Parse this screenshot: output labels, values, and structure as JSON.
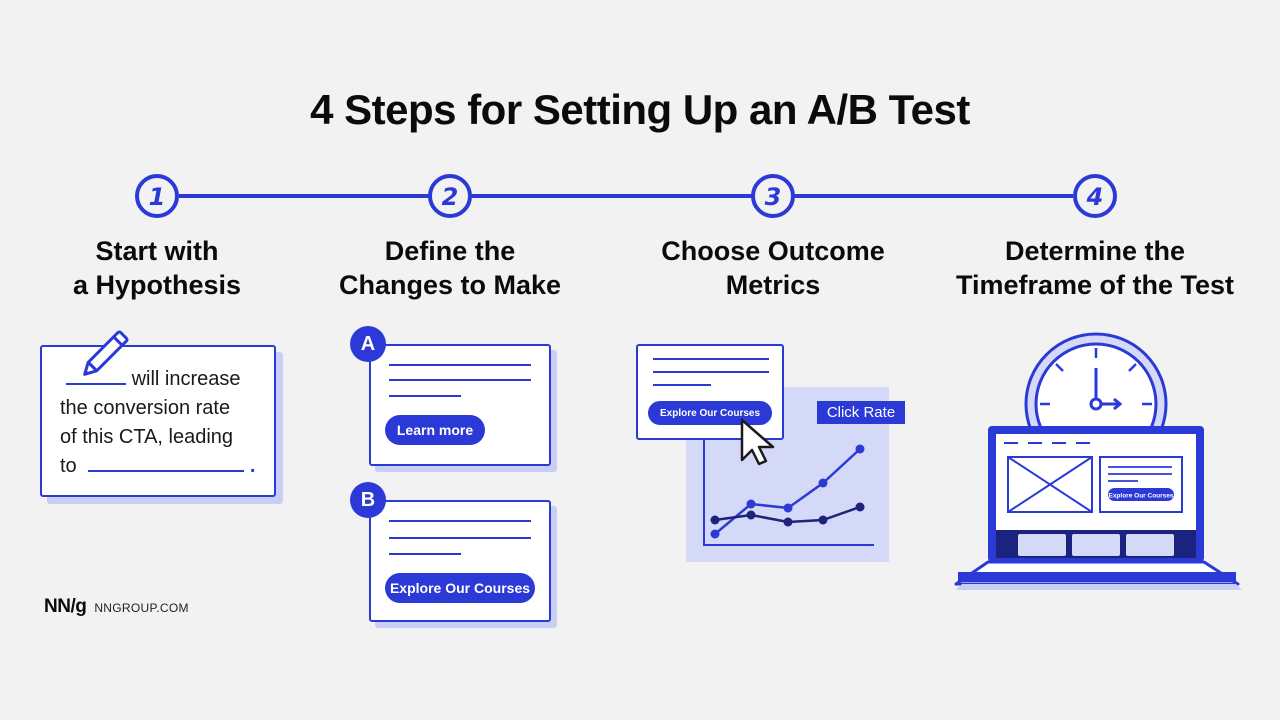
{
  "title": "4 Steps for Setting Up an A/B Test",
  "steps": [
    {
      "number": "1",
      "title_line1": "Start with",
      "title_line2": "a Hypothesis"
    },
    {
      "number": "2",
      "title_line1": "Define the",
      "title_line2": "Changes to Make"
    },
    {
      "number": "3",
      "title_line1": "Choose Outcome",
      "title_line2": "Metrics"
    },
    {
      "number": "4",
      "title_line1": "Determine the",
      "title_line2": "Timeframe of the Test"
    }
  ],
  "hypothesis": {
    "part1": "will increase",
    "part2": "the conversion rate",
    "part3": "of this CTA, leading",
    "part4": "to",
    "end": "."
  },
  "variants": [
    {
      "badge": "A",
      "button": "Learn more"
    },
    {
      "badge": "B",
      "button": "Explore Our Courses"
    }
  ],
  "metrics": {
    "cta_button": "Explore Our Courses",
    "label": "Click Rate"
  },
  "timeframe": {
    "site_button": "Explore Our Courses"
  },
  "brand": {
    "logo": "NN/g",
    "url": "NNGROUP.COM"
  },
  "colors": {
    "accent": "#2b3ad6",
    "light_accent": "#c9cef6",
    "panel": "#d5d9f8",
    "background": "#f2f2f3"
  }
}
